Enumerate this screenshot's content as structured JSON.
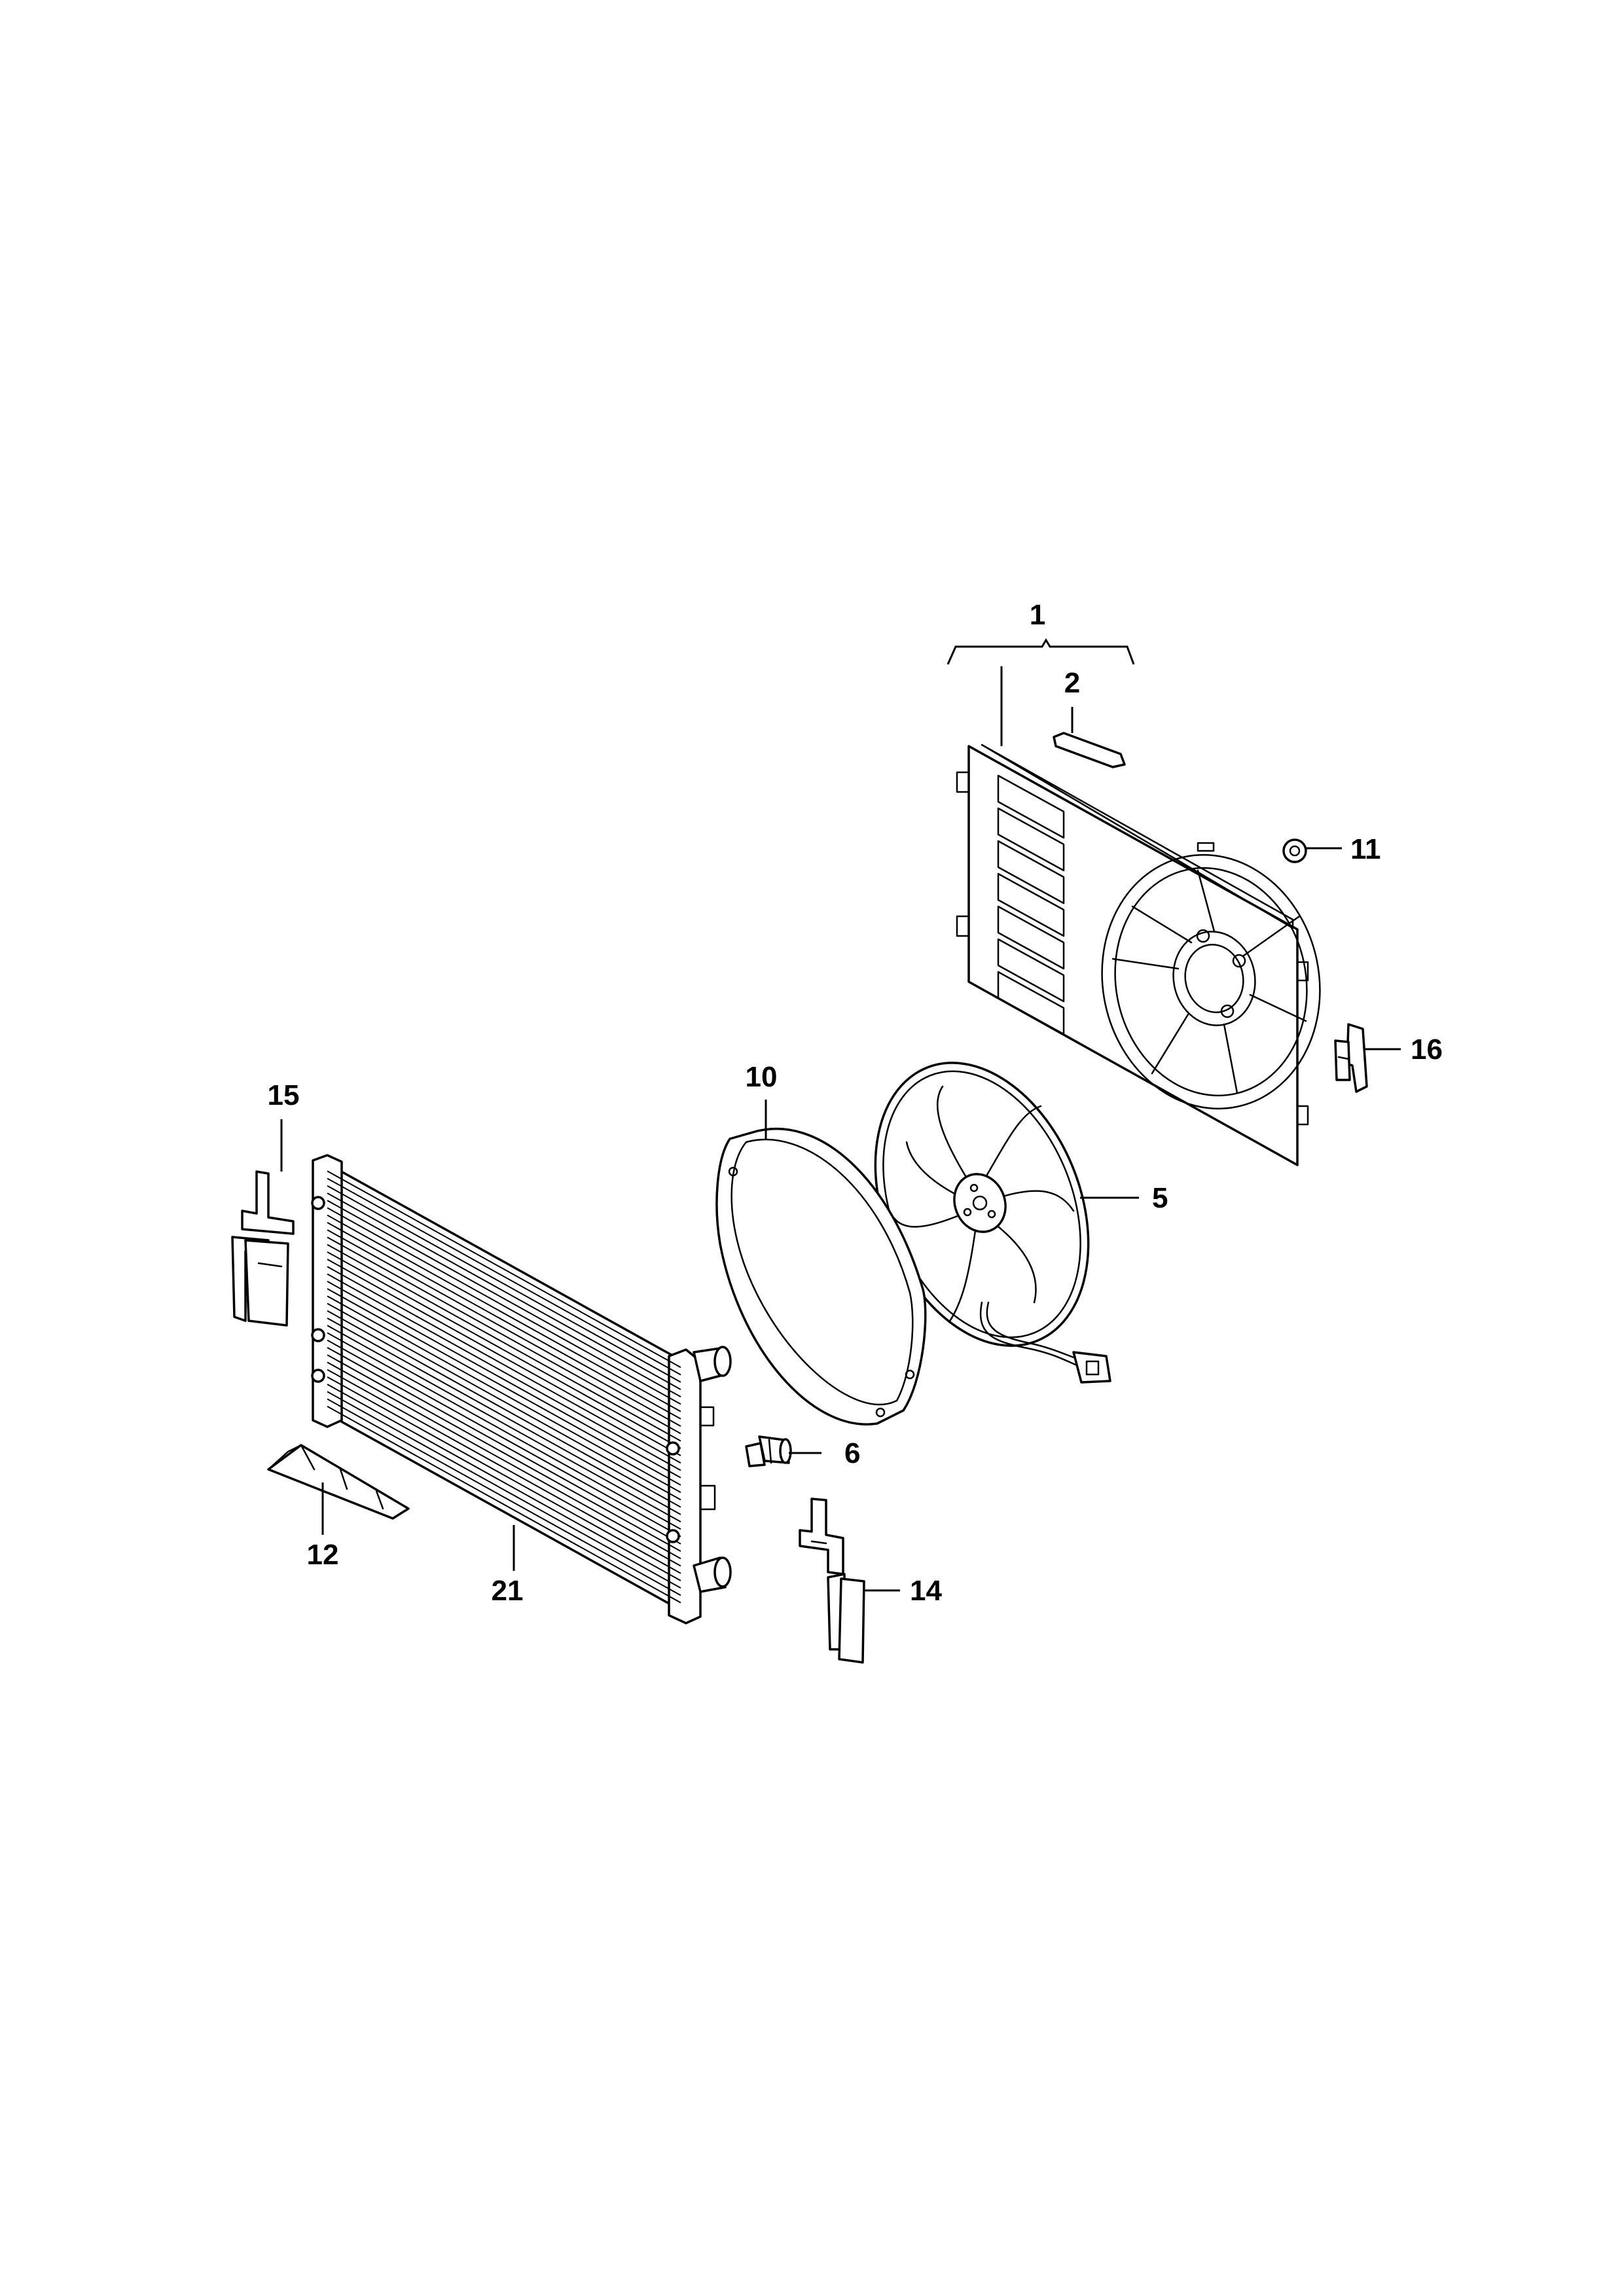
{
  "diagram": {
    "callouts": [
      {
        "id": "c1",
        "label": "1"
      },
      {
        "id": "c2",
        "label": "2"
      },
      {
        "id": "c5",
        "label": "5"
      },
      {
        "id": "c6",
        "label": "6"
      },
      {
        "id": "c10",
        "label": "10"
      },
      {
        "id": "c11",
        "label": "11"
      },
      {
        "id": "c12",
        "label": "12"
      },
      {
        "id": "c14",
        "label": "14"
      },
      {
        "id": "c15",
        "label": "15"
      },
      {
        "id": "c16",
        "label": "16"
      },
      {
        "id": "c21",
        "label": "21"
      }
    ]
  }
}
